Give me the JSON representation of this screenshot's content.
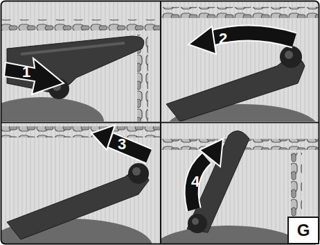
{
  "diagram": {
    "nodes": [
      {
        "text": [
          "G"
        ]
      }
    ],
    "labels": [
      "1",
      "2",
      "3",
      "4"
    ]
  }
}
